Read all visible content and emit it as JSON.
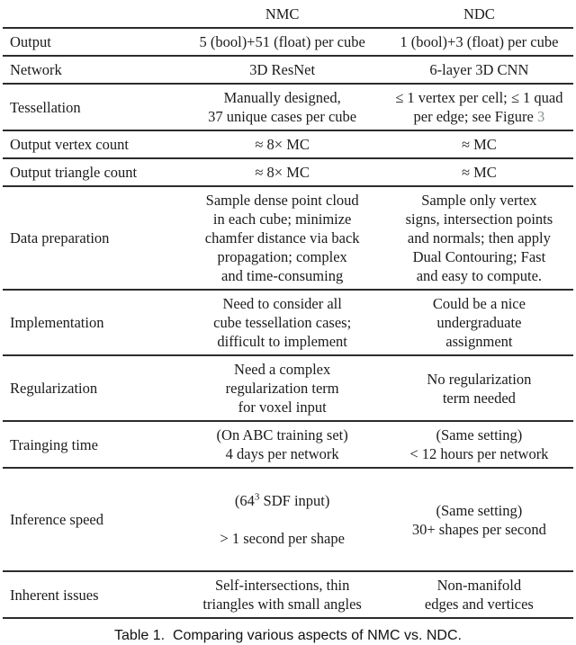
{
  "page": {
    "background_color": "#ffffff",
    "text_color": "#1b1b1b",
    "rule_color": "#2c2c2c",
    "figure_ref_color": "#8a9191"
  },
  "table": {
    "header": {
      "label_col": "",
      "nmc": "NMC",
      "ndc": "NDC"
    },
    "rows": [
      {
        "label": "Output",
        "nmc": "5 (bool)+51 (float) per cube",
        "ndc": "1 (bool)+3 (float) per cube"
      },
      {
        "label": "Network",
        "nmc": "3D ResNet",
        "ndc": "6-layer 3D CNN"
      },
      {
        "label": "Tessellation",
        "nmc": "Manually designed,\n37 unique cases per cube",
        "ndc_pre": "≤ 1 vertex per cell; ≤ 1 quad\nper edge; see Figure ",
        "ndc_link": "3"
      },
      {
        "label": "Output vertex count",
        "nmc": "≈ 8× MC",
        "ndc": "≈ MC"
      },
      {
        "label": "Output triangle count",
        "nmc": "≈ 8× MC",
        "ndc": "≈ MC"
      },
      {
        "label": "Data preparation",
        "nmc": "Sample dense point cloud\nin each cube; minimize\nchamfer distance via back\npropagation; complex\nand time-consuming",
        "ndc": "Sample only vertex\nsigns, intersection points\nand normals; then apply\nDual Contouring; Fast\nand easy to compute."
      },
      {
        "label": "Implementation",
        "nmc": "Need to consider all\ncube tessellation cases;\ndifficult to implement",
        "ndc": "Could be a nice\nundergraduate\nassignment"
      },
      {
        "label": "Regularization",
        "nmc": "Need a complex\nregularization term\nfor voxel input",
        "ndc": "No regularization\nterm needed"
      },
      {
        "label": "Trainging time",
        "nmc": "(On ABC training set)\n4 days per network",
        "ndc": "(Same setting)\n< 12 hours per network"
      },
      {
        "label": "Inference speed",
        "nmc_pre": "(64",
        "nmc_sup": "3",
        "nmc_post": " SDF input)",
        "nmc_line2": "> 1 second per shape",
        "ndc": "(Same setting)\n30+ shapes per second"
      },
      {
        "label": "Inherent issues",
        "nmc": "Self-intersections, thin\ntriangles with small angles",
        "ndc": "Non-manifold\nedges and vertices"
      }
    ],
    "caption": "Table 1.  Comparing various aspects of NMC vs. NDC."
  }
}
